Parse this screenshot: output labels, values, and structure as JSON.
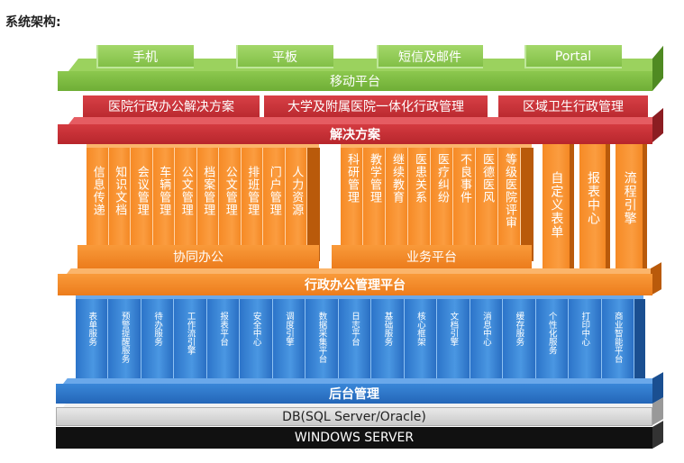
{
  "heading": "系统架构:",
  "devices": [
    "手机",
    "平板",
    "短信及邮件",
    "Portal"
  ],
  "mobile_platform": "移动平台",
  "solutions": [
    "医院行政办公解决方案",
    "大学及附属医院一体化行政管理",
    "区域卫生行政管理"
  ],
  "solution_layer": "解决方案",
  "collab_modules": [
    "信息传递",
    "知识文档",
    "会议管理",
    "车辆管理",
    "公文管理",
    "档案管理",
    "公文管理",
    "排班管理",
    "门户管理",
    "人力资源"
  ],
  "collab_label": "协同办公",
  "business_modules": [
    "科研管理",
    "教学管理",
    "继续教育",
    "医患关系",
    "医疗纠纷",
    "不良事件",
    "医德医风",
    "等级医院评审"
  ],
  "business_label": "业务平台",
  "extra_modules": [
    "自定义表单",
    "报表中心",
    "流程引擎"
  ],
  "admin_platform": "行政办公管理平台",
  "backend_modules": [
    "表单服务",
    "预警提醒服务",
    "待办服务",
    "工作流引擎",
    "报表平台",
    "安全中心",
    "调度引擎",
    "数据采集平台",
    "日志平台",
    "基础服务",
    "核心框架",
    "文档引擎",
    "消息中心",
    "缓存服务",
    "个性化服务",
    "打印中心",
    "商业智能平台"
  ],
  "backend_label": "后台管理",
  "db_label": "DB(SQL Server/Oracle)",
  "os_label": "WINDOWS SERVER"
}
